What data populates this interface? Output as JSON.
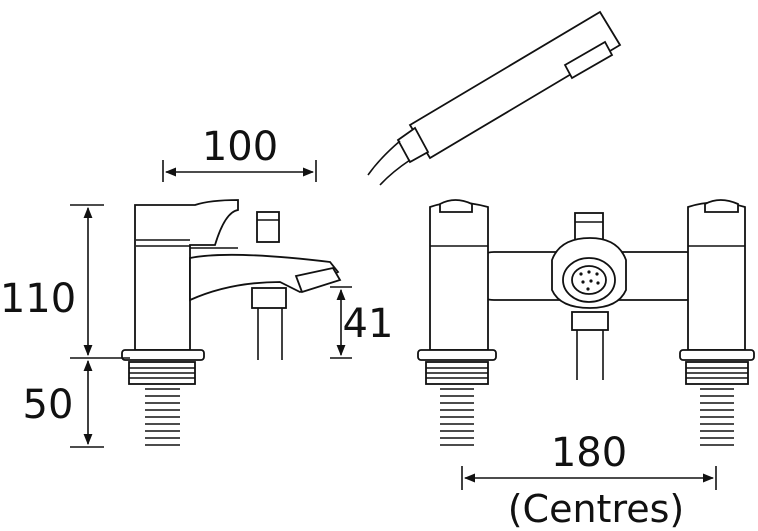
{
  "dimensions": {
    "spout_reach": "100",
    "height_above_deck": "110",
    "tail_length": "50",
    "spout_height": "41",
    "centres_value": "180",
    "centres_label": "(Centres)"
  },
  "colors": {
    "line": "#111111",
    "background": "#ffffff"
  }
}
